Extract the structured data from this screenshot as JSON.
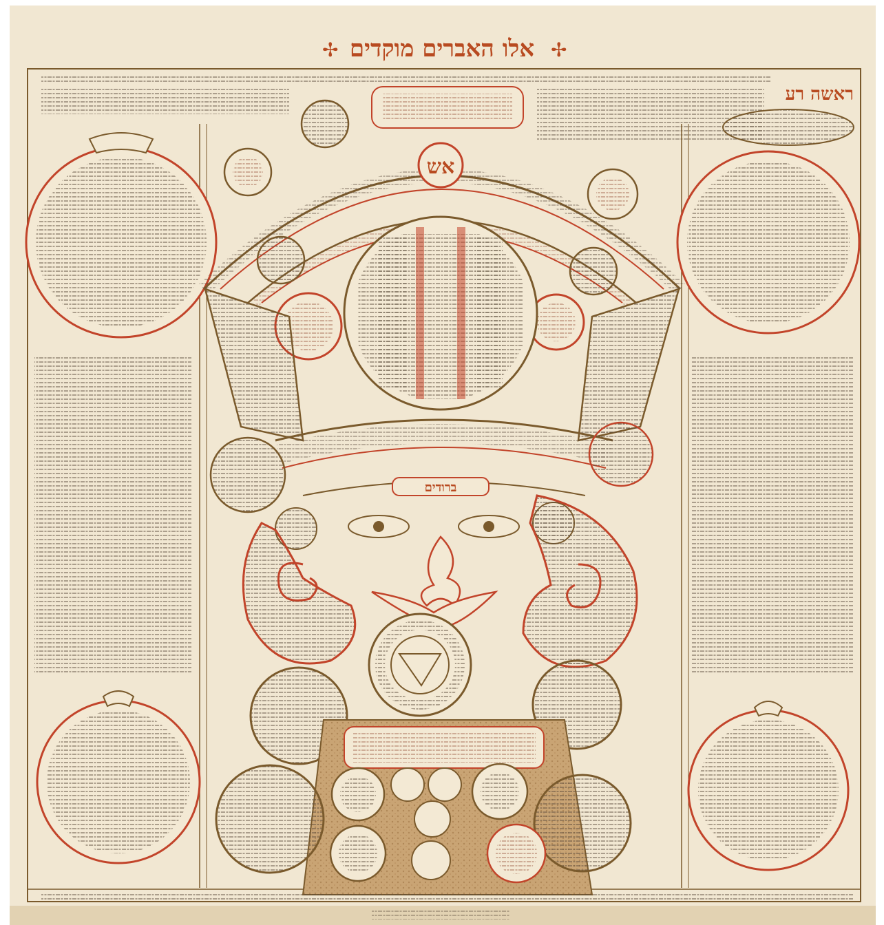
{
  "manuscript": {
    "title": "אלו האברים מוקדים",
    "corner_label": "ראשה רע",
    "center_letter": "אש",
    "arch_label": "ברודים",
    "colors": {
      "parchment": "#f1e7d2",
      "parchment_edge": "#e2d2b2",
      "red_ink": "#c2442a",
      "brown_ink": "#7a5a2c",
      "ochre": "#c79a5a",
      "text_ink": "#3b3026"
    }
  }
}
